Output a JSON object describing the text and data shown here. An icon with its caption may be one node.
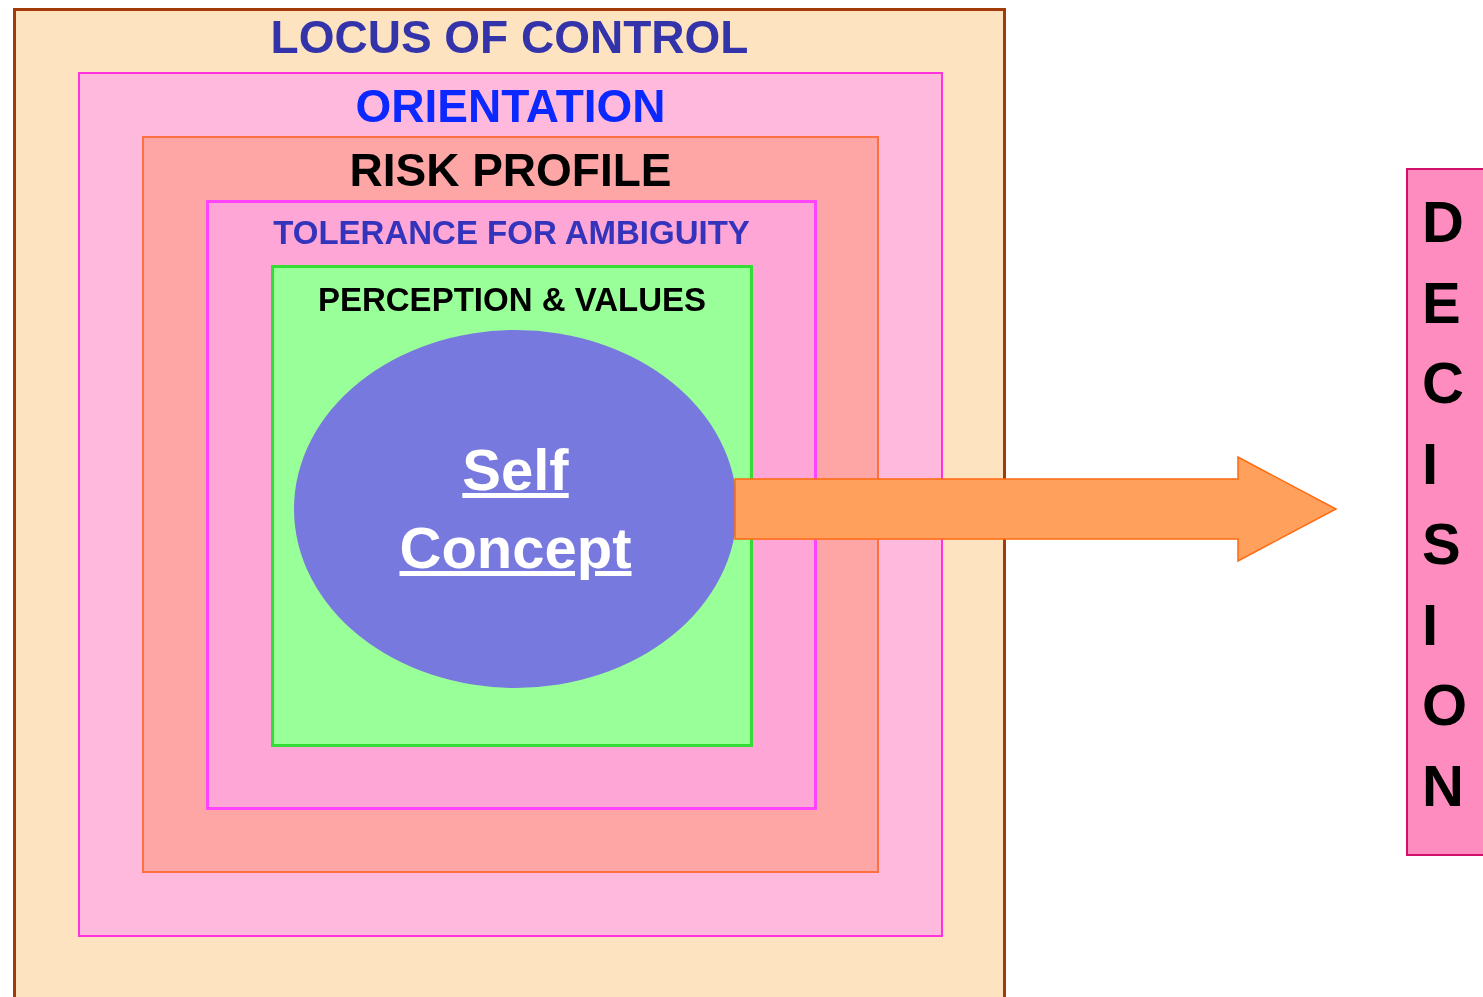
{
  "diagram": {
    "nodes": [
      {
        "text": [
          "LOCUS OF CONTROL"
        ]
      },
      {
        "text": [
          "ORIENTATION"
        ],
        "in": 0
      },
      {
        "text": [
          "RISK PROFILE"
        ],
        "in": 1
      },
      {
        "text": [
          "TOLERANCE FOR AMBIGUITY"
        ],
        "in": 2
      },
      {
        "text": [
          "PERCEPTION & VALUES"
        ],
        "in": 3
      },
      {
        "text": [
          "Self Concept"
        ],
        "in": 4
      },
      {
        "text": [
          "DECISION"
        ]
      }
    ],
    "edges": [
      {
        "from": 5,
        "to": 6,
        "arrow": "to",
        "style": "thick",
        "color": "#ffa05c"
      }
    ]
  }
}
